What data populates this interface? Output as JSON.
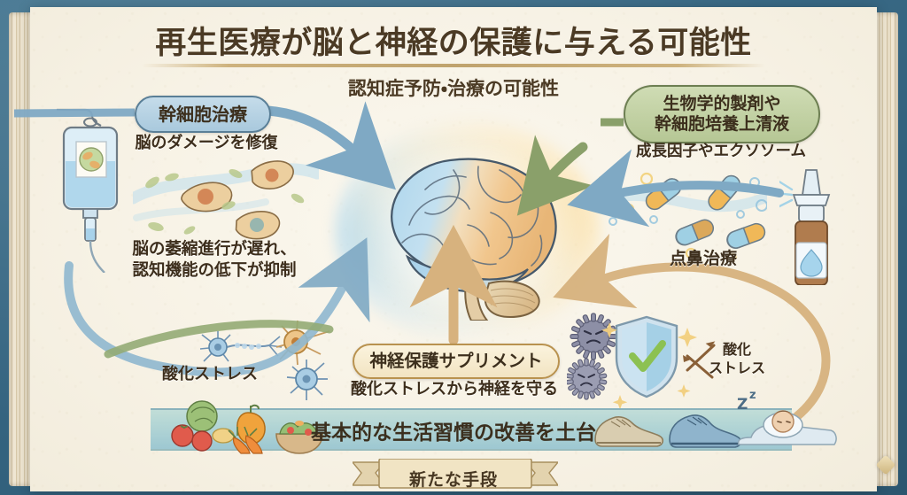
{
  "page": {
    "title": "再生医療が脳と神経の保護に与える可能性",
    "subtitle": "認知症予防・治療の可能性",
    "ribbon_label": "新たな手段"
  },
  "colors": {
    "page_bg": "#f7f2e5",
    "book_cover": "#3b6e8c",
    "title_text": "#4b3a24",
    "pill_blue": "#a9c9dd",
    "pill_blue_border": "#5a7f97",
    "pill_green": "#b6c795",
    "pill_green_border": "#6d7f52",
    "pill_cream": "#f2e4c2",
    "pill_cream_border": "#b9924f",
    "arrow_blue": "#7fa9c4",
    "arrow_green": "#8aa06a",
    "arrow_tan": "#d7b27e",
    "arrow_brown": "#8a6038",
    "brain_cool": "#9fc9e2",
    "brain_warm": "#f0c183",
    "glow_warm": "#ffd582",
    "glow_cool": "#96cdeb",
    "band_fill": "#96c4d0",
    "shield_check": "#8cc152"
  },
  "nodes": {
    "stem_cell": {
      "label": "幹細胞治療",
      "caption": "脳のダメージを修復",
      "outcome": "脳の萎縮進行が遅れ、\n認知機能の低下が抑制",
      "outcome_line1": "脳の萎縮進行が遅れ、",
      "outcome_line2": "認知機能の低下が抑制",
      "icon": "iv-bag-icon"
    },
    "biologics": {
      "label_line1": "生物学的製剤や",
      "label_line2": "幹細胞培養上清液",
      "caption": "成長因子やエクソソーム",
      "icon": "capsules-icon"
    },
    "nasal": {
      "label": "点鼻治療",
      "icon": "nasal-spray-icon"
    },
    "supplement": {
      "label": "神経保護サプリメント",
      "caption": "酸化ストレスから神経を守る",
      "icon": "shield-check-icon"
    },
    "oxidative_left": {
      "label": "酸化ストレス",
      "icon": "neuron-icon"
    },
    "oxidative_right": {
      "label_line1": "酸化",
      "label_line2": "ストレス",
      "icon": "virus-icon"
    },
    "lifestyle": {
      "label": "基本的な生活習慣の改善を土台",
      "icons": [
        "vegetables-icon",
        "salad-bowl-icon",
        "running-shoes-icon",
        "sleeping-person-icon"
      ]
    }
  }
}
